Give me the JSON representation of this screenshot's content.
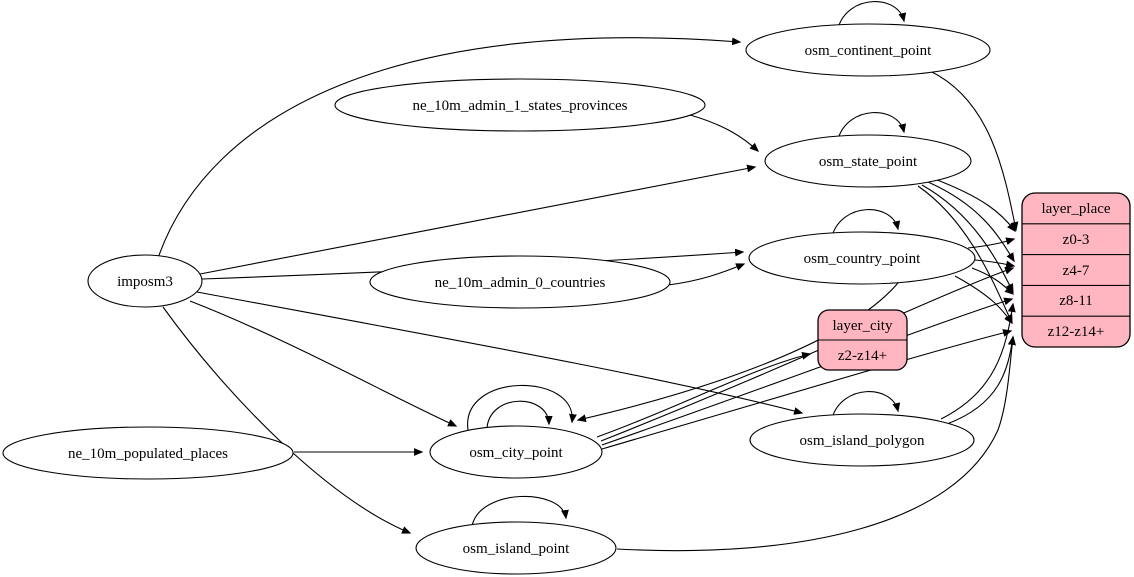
{
  "diagram": {
    "type": "graphviz-digraph",
    "description": "ETL dependency graph: sources feed osm_* tables which feed layer zoom-range rows",
    "colors": {
      "background": "#ffffff",
      "node_fill": "#ffffff",
      "node_stroke": "#000000",
      "record_fill": "#ffb6c1",
      "edge": "#000000",
      "text": "#000000"
    },
    "nodes": {
      "imposm3": {
        "label": "imposm3",
        "shape": "ellipse"
      },
      "ne_10m_admin_1_states_provinces": {
        "label": "ne_10m_admin_1_states_provinces",
        "shape": "ellipse"
      },
      "ne_10m_admin_0_countries": {
        "label": "ne_10m_admin_0_countries",
        "shape": "ellipse"
      },
      "ne_10m_populated_places": {
        "label": "ne_10m_populated_places",
        "shape": "ellipse"
      },
      "osm_continent_point": {
        "label": "osm_continent_point",
        "shape": "ellipse"
      },
      "osm_state_point": {
        "label": "osm_state_point",
        "shape": "ellipse"
      },
      "osm_country_point": {
        "label": "osm_country_point",
        "shape": "ellipse"
      },
      "osm_city_point": {
        "label": "osm_city_point",
        "shape": "ellipse"
      },
      "osm_island_polygon": {
        "label": "osm_island_polygon",
        "shape": "ellipse"
      },
      "osm_island_point": {
        "label": "osm_island_point",
        "shape": "ellipse"
      }
    },
    "records": {
      "layer_place": {
        "title": "layer_place",
        "rows": [
          "z0-3",
          "z4-7",
          "z8-11",
          "z12-z14+"
        ]
      },
      "layer_city": {
        "title": "layer_city",
        "rows": [
          "z2-z14+"
        ]
      }
    },
    "edges": [
      {
        "from": "imposm3",
        "to": "osm_continent_point"
      },
      {
        "from": "imposm3",
        "to": "osm_state_point"
      },
      {
        "from": "imposm3",
        "to": "osm_country_point"
      },
      {
        "from": "imposm3",
        "to": "osm_city_point"
      },
      {
        "from": "imposm3",
        "to": "osm_island_polygon"
      },
      {
        "from": "imposm3",
        "to": "osm_island_point"
      },
      {
        "from": "ne_10m_admin_1_states_provinces",
        "to": "osm_state_point"
      },
      {
        "from": "ne_10m_admin_0_countries",
        "to": "osm_country_point"
      },
      {
        "from": "ne_10m_populated_places",
        "to": "osm_city_point"
      },
      {
        "from": "osm_continent_point",
        "to": "osm_continent_point"
      },
      {
        "from": "osm_state_point",
        "to": "osm_state_point"
      },
      {
        "from": "osm_country_point",
        "to": "osm_country_point"
      },
      {
        "from": "osm_city_point",
        "to": "osm_city_point"
      },
      {
        "from": "osm_city_point",
        "to": "osm_city_point"
      },
      {
        "from": "osm_island_polygon",
        "to": "osm_island_polygon"
      },
      {
        "from": "osm_island_point",
        "to": "osm_island_point"
      },
      {
        "from": "osm_country_point",
        "to": "osm_city_point"
      },
      {
        "from": "osm_continent_point",
        "to": "layer_place:z0-3"
      },
      {
        "from": "osm_state_point",
        "to": "layer_place:z0-3"
      },
      {
        "from": "osm_state_point",
        "to": "layer_place:z4-7"
      },
      {
        "from": "osm_state_point",
        "to": "layer_place:z8-11"
      },
      {
        "from": "osm_state_point",
        "to": "layer_place:z12-z14+"
      },
      {
        "from": "osm_country_point",
        "to": "layer_place:z0-3"
      },
      {
        "from": "osm_country_point",
        "to": "layer_place:z4-7"
      },
      {
        "from": "osm_country_point",
        "to": "layer_place:z8-11"
      },
      {
        "from": "osm_country_point",
        "to": "layer_place:z12-z14+"
      },
      {
        "from": "osm_city_point",
        "to": "layer_city:z2-z14+"
      },
      {
        "from": "osm_city_point",
        "to": "layer_place:z4-7"
      },
      {
        "from": "osm_city_point",
        "to": "layer_place:z8-11"
      },
      {
        "from": "osm_city_point",
        "to": "layer_place:z12-z14+"
      },
      {
        "from": "osm_island_polygon",
        "to": "layer_place:z8-11"
      },
      {
        "from": "osm_island_polygon",
        "to": "layer_place:z12-z14+"
      },
      {
        "from": "osm_island_point",
        "to": "layer_place:z12-z14+"
      }
    ]
  }
}
